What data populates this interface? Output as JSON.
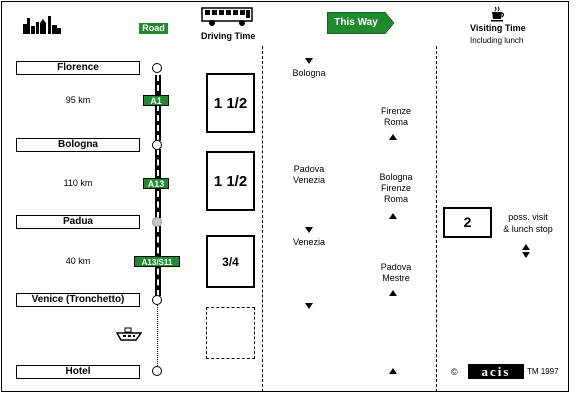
{
  "header": {
    "road_label": "Road",
    "driving_time_label": "Driving Time",
    "this_way_label": "This Way",
    "visiting_time_label": "Visiting Time",
    "including_lunch_label": "Including lunch"
  },
  "route": {
    "places": [
      "Florence",
      "Bologna",
      "Padua",
      "Venice (Tronchetto)",
      "Hotel"
    ],
    "distances": [
      "95 km",
      "110 km",
      "40 km"
    ],
    "highways": [
      "A1",
      "A13",
      "A13/S11"
    ]
  },
  "driving_times": [
    "1 1/2",
    "1 1/2",
    "3/4"
  ],
  "direction_col1": [
    "Bologna",
    "Padova\nVenezia",
    "Venezia"
  ],
  "direction_col2": [
    "Firenze\nRoma",
    "Bologna\nFirenze\nRoma",
    "Padova\nMestre"
  ],
  "visit": {
    "hours": "2",
    "note": "poss. visit\n& lunch stop"
  },
  "footer": {
    "copyright_symbol": "©",
    "brand": "acis",
    "trademark_year": "TM 1997"
  },
  "colors": {
    "accent_green": "#1f8a2e"
  }
}
